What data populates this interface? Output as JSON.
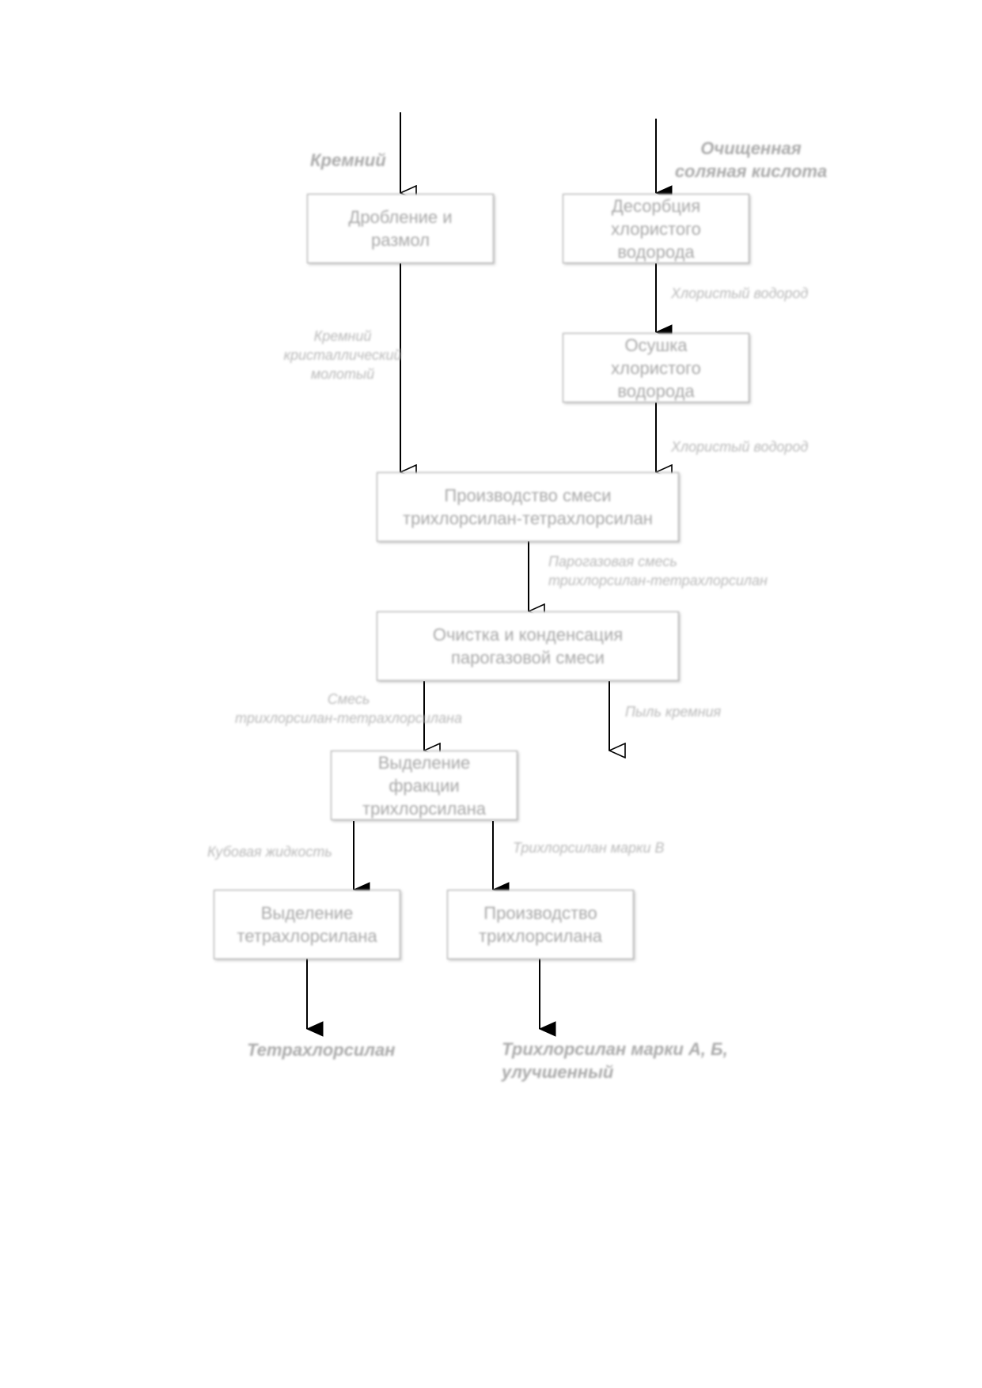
{
  "inputs": {
    "silicon": "Кремний",
    "acid_line1": "Очищенная",
    "acid_line2": "соляная кислота"
  },
  "boxes": {
    "crushing_line1": "Дробление и",
    "crushing_line2": "размол",
    "desorption_line1": "Десорбция",
    "desorption_line2": "хлористого",
    "desorption_line3": "водорода",
    "drying_line1": "Осушка",
    "drying_line2": "хлористого",
    "drying_line3": "водорода",
    "production_mix_line1": "Производство смеси",
    "production_mix_line2": "трихлорсилан-тетрахлорсилан",
    "purification_line1": "Очистка и конденсация",
    "purification_line2": "парогазовой смеси",
    "fraction_line1": "Выделение",
    "fraction_line2": "фракции",
    "fraction_line3": "трихлорсилана",
    "tetra_sep_line1": "Выделение",
    "tetra_sep_line2": "тетрахлорсилана",
    "tri_prod_line1": "Производство",
    "tri_prod_line2": "трихлорсилана"
  },
  "flow_labels": {
    "hcl_1": "Хлористый водород",
    "hcl_2": "Хлористый водород",
    "silicon_ground_line1": "Кремний",
    "silicon_ground_line2": "кристаллический",
    "silicon_ground_line3": "молотый",
    "vapor_mix_line1": "Парогазовая смесь",
    "vapor_mix_line2": "трихлорсилан-тетрахлорсилан",
    "mixture_line1": "Смесь",
    "mixture_line2": "трихлорсилан-тетрахлорсилана",
    "silicon_dust": "Пыль кремния",
    "bottoms": "Кубовая жидкость",
    "trichlorosilane_b": "Трихлорсилан марки В"
  },
  "outputs": {
    "tetrachlorosilane": "Тетрахлорсилан",
    "trichlorosilane_line1": "Трихлорсилан марки А, Б,",
    "trichlorosilane_line2": "улучшенный"
  },
  "colors": {
    "box_border": "#9a9a9a",
    "box_text": "#a8a8a8",
    "label_text": "#b9b9b9",
    "arrow": "#000000"
  }
}
